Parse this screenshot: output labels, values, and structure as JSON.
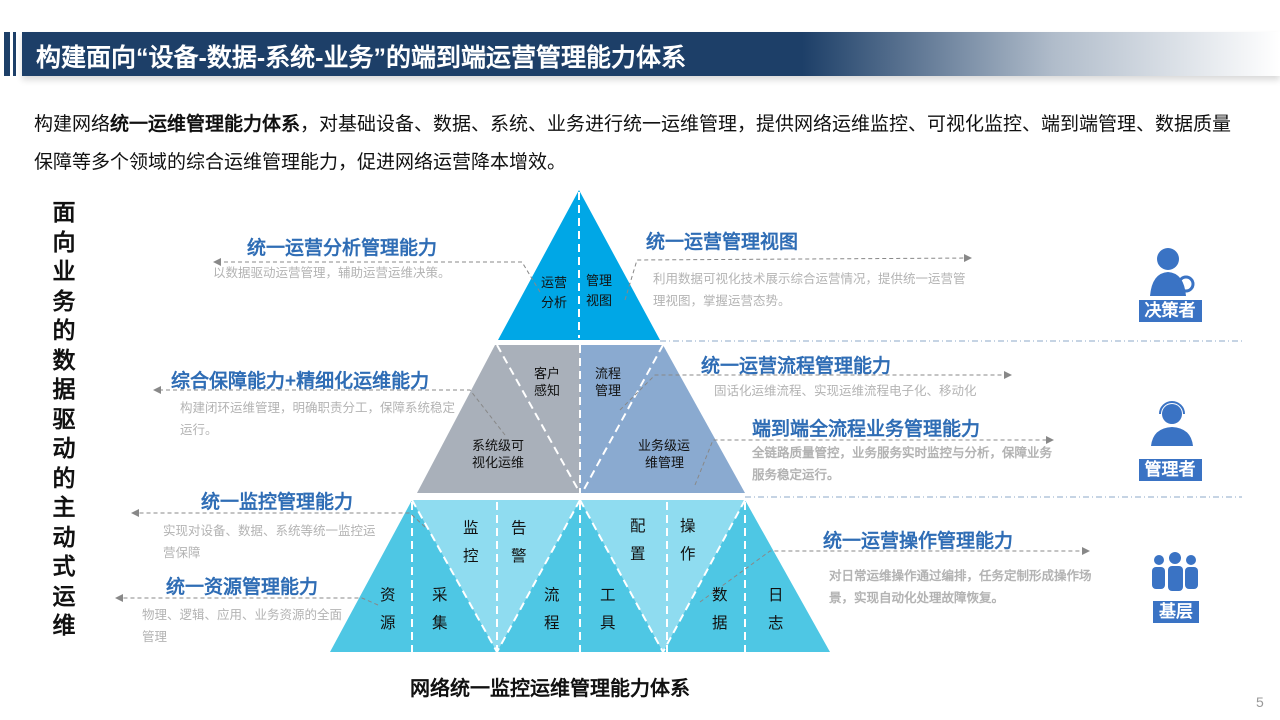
{
  "header": {
    "title": "构建面向“设备-数据-系统-业务”的端到端运营管理能力体系"
  },
  "intro": {
    "prefix": "构建网络",
    "bold": "统一运维管理能力体系",
    "suffix": "，对基础设备、数据、系统、业务进行统一运维管理，提供网络运维监控、可视化监控、端到端管理、数据质量保障等多个领域的综合运维管理能力，促进网络运营降本增效。"
  },
  "side_label": "面向业务的数据驱动的主动式运维",
  "capabilities": [
    {
      "title": "统一运营分析管理能力",
      "desc": "以数据驱动运营管理，辅助运营运维决策。"
    },
    {
      "title": "统一运营管理视图",
      "desc": "利用数据可视化技术展示综合运营情况，提供统一运营管理视图，掌握运营态势。"
    },
    {
      "title": "综合保障能力+精细化运维能力",
      "desc": "构建闭环运维管理，明确职责分工，保障系统稳定运行。"
    },
    {
      "title": "统一运营流程管理能力",
      "desc": "固话化运维流程、实现运维流程电子化、移动化"
    },
    {
      "title": "端到端全流程业务管理能力",
      "desc": "全链路质量管控，业务服务实时监控与分析，保障业务服务稳定运行。"
    },
    {
      "title": "统一监控管理能力",
      "desc": "实现对设备、数据、系统等统一监控运营保障"
    },
    {
      "title": "统一资源管理能力",
      "desc": "物理、逻辑、应用、业务资源的全面管理"
    },
    {
      "title": "统一运营操作管理能力",
      "desc": "对日常运维操作通过编排，任务定制形成操作场景，实现自动化处理故障恢复。"
    }
  ],
  "pyramid": {
    "top": [
      "运营",
      "分析",
      "管理",
      "视图"
    ],
    "middle": [
      "客户",
      "感知",
      "流程",
      "管理",
      "系统级可",
      "视化运维",
      "业务级运",
      "维管理"
    ],
    "bottom": [
      "资",
      "源",
      "采",
      "集",
      "监",
      "控",
      "告",
      "警",
      "流",
      "程",
      "工",
      "具",
      "配",
      "置",
      "操",
      "作",
      "数",
      "据",
      "日",
      "志"
    ]
  },
  "roles": [
    "决策者",
    "管理者",
    "基层"
  ],
  "caption": "网络统一监控运维管理能力体系",
  "page_number": "5",
  "colors": {
    "navy": "#1d3f68",
    "top": "#00a7e6",
    "gray": "#a9b0ba",
    "blue_gray": "#8aaad0",
    "cyan": "#4ec7e4",
    "light_cyan": "#8fdcf0",
    "accent": "#2f6db5"
  }
}
